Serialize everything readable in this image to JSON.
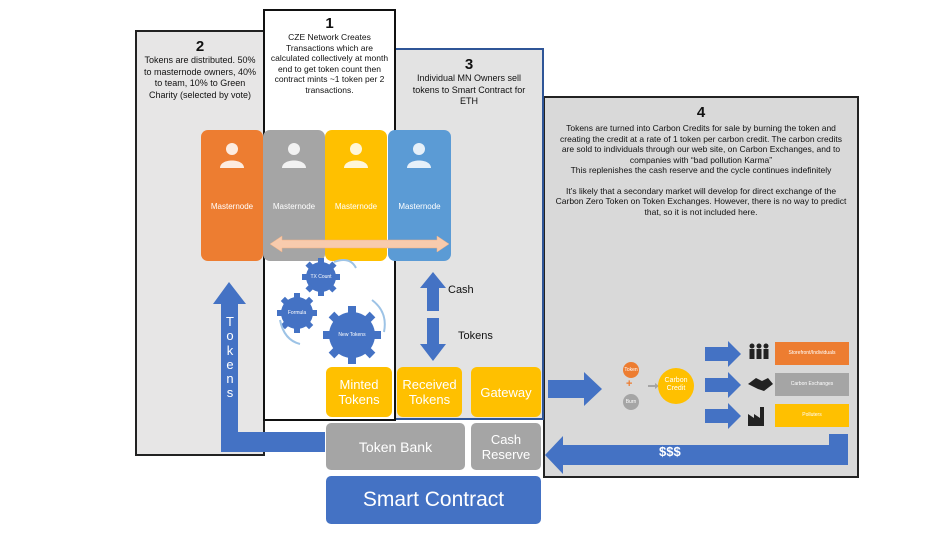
{
  "panel1": {
    "number": "1",
    "text": "CZE Network  Creates Transactions which are calculated collectively at month end to get token count then contract mints ~1 token  per 2 transactions."
  },
  "panel2": {
    "number": "2",
    "text": "Tokens are distributed. 50% to masternode owners, 40% to team, 10% to Green Charity (selected by vote)"
  },
  "panel3": {
    "number": "3",
    "text": "Individual MN Owners sell tokens to Smart Contract for ETH"
  },
  "panel4": {
    "number": "4",
    "paragraph1": "Tokens are turned into Carbon Credits for sale by burning the token and creating the credit at a rate of 1 token per carbon credit. The carbon credits are sold to individuals through our web site, on Carbon Exchanges, and to companies with “bad pollution Karma”",
    "paragraph2": "This replenishes the cash reserve and the cycle continues indefinitely",
    "paragraph3": "It’s likely that a secondary market will develop for direct exchange of the Carbon Zero Token on Token Exchanges. However, there is no way to predict that, so it is not included here."
  },
  "masternodes": [
    {
      "label": "Masternode",
      "color": "#ed7d31"
    },
    {
      "label": "Masternode",
      "color": "#a5a5a5"
    },
    {
      "label": "Masternode",
      "color": "#ffc000"
    },
    {
      "label": "Masternode",
      "color": "#5b9bd5"
    }
  ],
  "gears": {
    "tx_count": "TX Count",
    "formula": "Formula",
    "new_tokens": "New Tokens"
  },
  "flow": {
    "cash": "Cash",
    "tokens": "Tokens",
    "tokens_vertical": "T o k e n s",
    "dollars": "$$$"
  },
  "boxes": {
    "minted_tokens": "Minted Tokens",
    "received_tokens": "Received Tokens",
    "gateway": "Gateway",
    "token_bank": "Token Bank",
    "cash_reserve": "Cash Reserve",
    "smart_contract": "Smart Contract"
  },
  "burn": {
    "token": "Token",
    "plus": "+",
    "burn": "Burn",
    "carbon_credit": "Carbon Credit"
  },
  "buyers": [
    {
      "label": "Storefront/Individuals",
      "color": "#ed7d31",
      "icon": "people-icon"
    },
    {
      "label": "Carbon Exchanges",
      "color": "#a5a5a5",
      "icon": "handshake-icon"
    },
    {
      "label": "Polluters",
      "color": "#ffc000",
      "icon": "factory-icon"
    }
  ],
  "colors": {
    "blue": "#4472c4",
    "orange": "#ed7d31",
    "gray": "#a5a5a5",
    "yellow": "#ffc000",
    "light_blue": "#5b9bd5",
    "smart_contract": "#4472c4"
  }
}
